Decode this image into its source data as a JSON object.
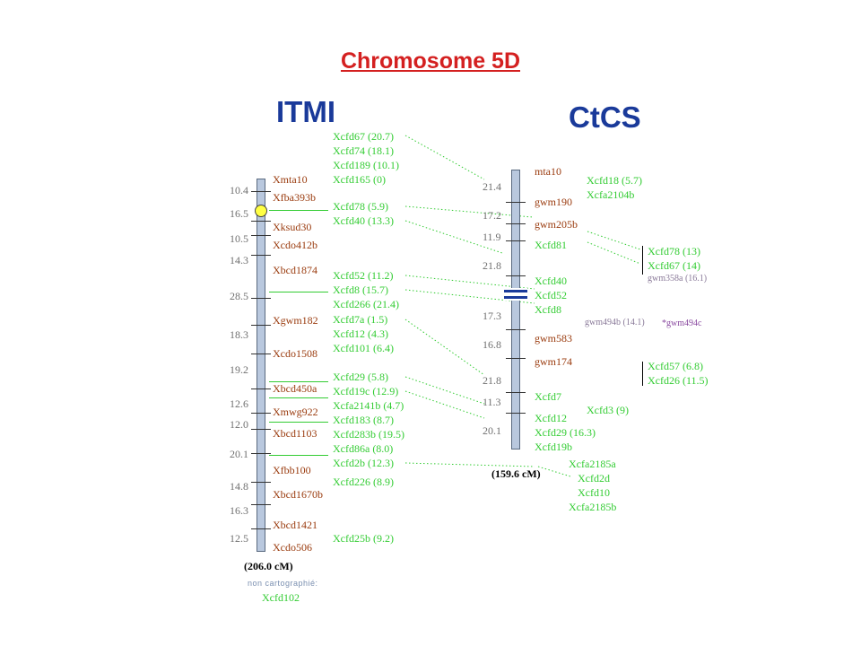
{
  "title": "Chromosome 5D",
  "itmi": {
    "name": "ITMI",
    "total": "(206.0 cM)",
    "unmapped_label": "non cartographié:",
    "unmapped_marker": "Xcfd102",
    "distances": [
      "10.4",
      "16.5",
      "10.5",
      "14.3",
      "28.5",
      "18.3",
      "19.2",
      "12.6",
      "12.0",
      "20.1",
      "14.8",
      "16.3",
      "12.5"
    ],
    "markers": [
      "Xmta10",
      "Xfba393b",
      "Xksud30",
      "Xcdo412b",
      "Xbcd1874",
      "Xgwm182",
      "Xcdo1508",
      "Xbcd450a",
      "Xmwg922",
      "Xbcd1103",
      "Xfbb100",
      "Xbcd1670b",
      "Xbcd1421",
      "Xcdo506"
    ],
    "cfd_groups": [
      [
        "Xcfd67 (20.7)",
        "Xcfd74 (18.1)",
        "Xcfd189 (10.1)",
        "Xcfd165 (0)"
      ],
      [
        "Xcfd78 (5.9)",
        "Xcfd40 (13.3)"
      ],
      [
        "Xcfd52 (11.2)",
        "Xcfd8 (15.7)",
        "Xcfd266 (21.4)",
        "Xcfd7a (1.5)",
        "Xcfd12 (4.3)",
        "Xcfd101 (6.4)"
      ],
      [
        "Xcfd29 (5.8)",
        "Xcfd19c (12.9)",
        "Xcfa2141b (4.7)",
        "Xcfd183 (8.7)",
        "Xcfd283b (19.5)",
        "Xcfd86a (8.0)",
        "Xcfd2b (12.3)"
      ],
      [
        "Xcfd226 (8.9)"
      ],
      [
        "Xcfd25b (9.2)"
      ]
    ]
  },
  "ctcs": {
    "name": "CtCS",
    "total": "(159.6 cM)",
    "distances": [
      "21.4",
      "17.2",
      "11.9",
      "21.8",
      "17.3",
      "16.8",
      "21.8",
      "11.3",
      "20.1"
    ],
    "markers": [
      "mta10",
      "gwm190",
      "gwm205b",
      "Xcfd81",
      "Xcfd40",
      "Xcfd52",
      "Xcfd8",
      "gwm583",
      "gwm174",
      "Xcfd7",
      "Xcfd12",
      "Xcfd29 (16.3)",
      "Xcfd19b"
    ],
    "right_top": [
      "Xcfd18 (5.7)",
      "Xcfa2104b"
    ],
    "side_a": [
      "Xcfd78 (13)",
      "Xcfd67 (14)"
    ],
    "side_a_small": "gwm358a (16.1)",
    "gwm494b": "gwm494b (14.1)",
    "gwm494c": "*gwm494c",
    "side_b": [
      "Xcfd57 (6.8)",
      "Xcfd26 (11.5)"
    ],
    "xcfd3": "Xcfd3 (9)",
    "bottom": [
      "Xcfa2185a",
      "Xcfd2d",
      "Xcfd10",
      "Xcfa2185b"
    ]
  },
  "colors": {
    "title": "#d42020",
    "map_name": "#1a3a9a",
    "marker": "#9a3b0e",
    "green_marker": "#33cc33",
    "distance": "#707070",
    "centromere_itmi": "#ffff44",
    "centromere_ctcs": "#1a3a9a",
    "chromosome_fill": "#b9c8de"
  }
}
